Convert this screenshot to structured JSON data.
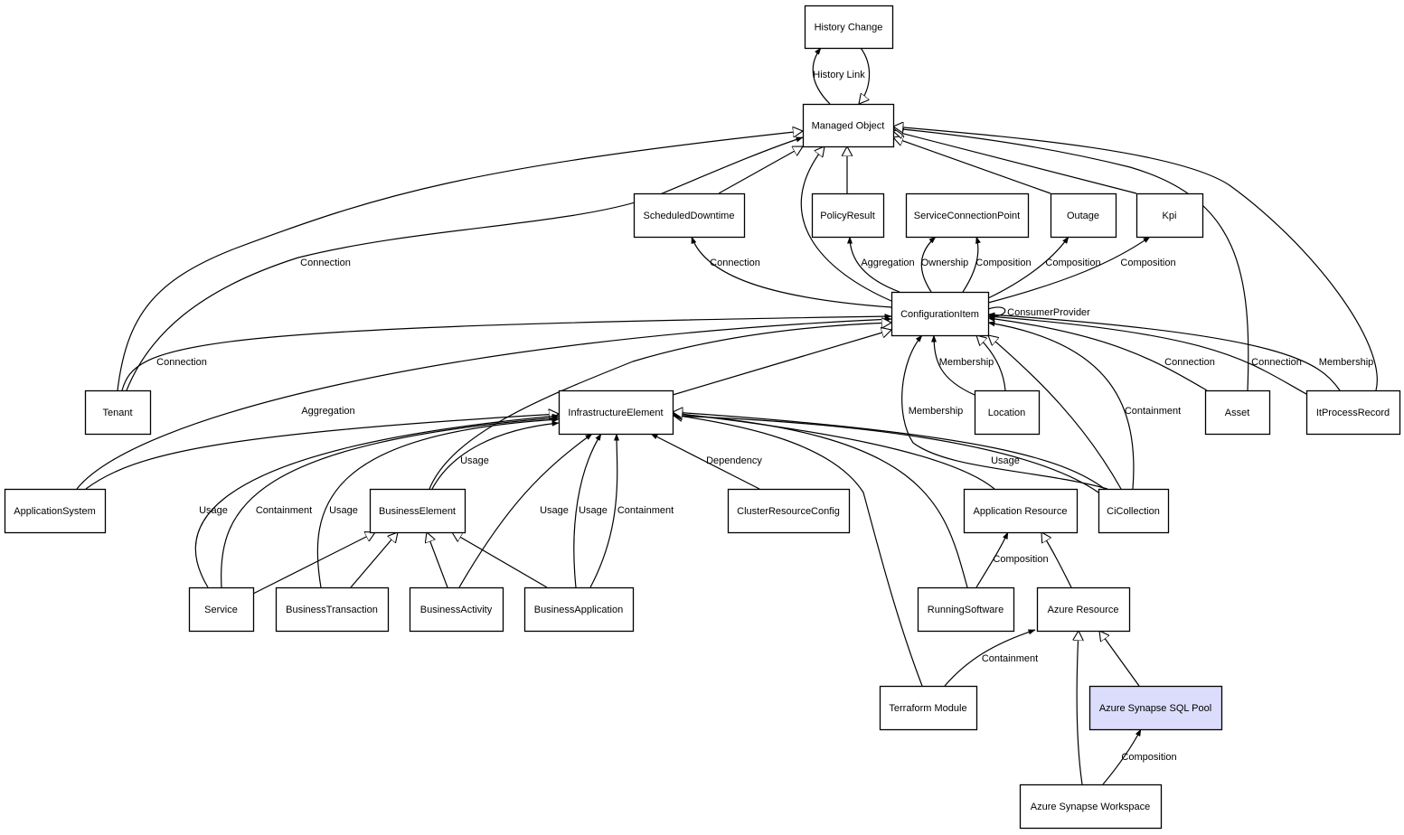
{
  "diagram": {
    "highlight_color": "#dcdcfc",
    "nodes": [
      {
        "id": "HistoryChange",
        "label": "History Change"
      },
      {
        "id": "ManagedObject",
        "label": "Managed Object"
      },
      {
        "id": "ScheduledDowntime",
        "label": "ScheduledDowntime"
      },
      {
        "id": "PolicyResult",
        "label": "PolicyResult"
      },
      {
        "id": "ServiceConnectionPoint",
        "label": "ServiceConnectionPoint"
      },
      {
        "id": "Outage",
        "label": "Outage"
      },
      {
        "id": "Kpi",
        "label": "Kpi"
      },
      {
        "id": "ConfigurationItem",
        "label": "ConfigurationItem"
      },
      {
        "id": "Tenant",
        "label": "Tenant"
      },
      {
        "id": "InfrastructureElement",
        "label": "InfrastructureElement"
      },
      {
        "id": "Location",
        "label": "Location"
      },
      {
        "id": "Asset",
        "label": "Asset"
      },
      {
        "id": "ItProcessRecord",
        "label": "ItProcessRecord"
      },
      {
        "id": "ApplicationSystem",
        "label": "ApplicationSystem"
      },
      {
        "id": "BusinessElement",
        "label": "BusinessElement"
      },
      {
        "id": "ClusterResourceConfig",
        "label": "ClusterResourceConfig"
      },
      {
        "id": "ApplicationResource",
        "label": "Application Resource"
      },
      {
        "id": "CiCollection",
        "label": "CiCollection"
      },
      {
        "id": "Service",
        "label": "Service"
      },
      {
        "id": "BusinessTransaction",
        "label": "BusinessTransaction"
      },
      {
        "id": "BusinessActivity",
        "label": "BusinessActivity"
      },
      {
        "id": "BusinessApplication",
        "label": "BusinessApplication"
      },
      {
        "id": "RunningSoftware",
        "label": "RunningSoftware"
      },
      {
        "id": "AzureResource",
        "label": "Azure Resource"
      },
      {
        "id": "TerraformModule",
        "label": "Terraform Module"
      },
      {
        "id": "AzureSynapseSQLPool",
        "label": "Azure Synapse SQL Pool",
        "highlighted": true
      },
      {
        "id": "AzureSynapseWorkspace",
        "label": "Azure Synapse Workspace"
      }
    ],
    "edges": [
      {
        "from": "ManagedObject",
        "to": "HistoryChange",
        "label": "History Link",
        "kind": "association"
      },
      {
        "from": "HistoryChange",
        "to": "ManagedObject",
        "label": "",
        "kind": "inheritance"
      },
      {
        "from": "Tenant",
        "to": "ManagedObject",
        "label": "",
        "kind": "inheritance"
      },
      {
        "from": "Tenant",
        "to": "ManagedObject",
        "label": "Connection",
        "kind": "association"
      },
      {
        "from": "ScheduledDowntime",
        "to": "ManagedObject",
        "label": "",
        "kind": "inheritance"
      },
      {
        "from": "ConfigurationItem",
        "to": "ManagedObject",
        "label": "",
        "kind": "inheritance"
      },
      {
        "from": "PolicyResult",
        "to": "ManagedObject",
        "label": "",
        "kind": "inheritance"
      },
      {
        "from": "Outage",
        "to": "ManagedObject",
        "label": "",
        "kind": "inheritance"
      },
      {
        "from": "Kpi",
        "to": "ManagedObject",
        "label": "",
        "kind": "inheritance"
      },
      {
        "from": "Asset",
        "to": "ManagedObject",
        "label": "",
        "kind": "inheritance"
      },
      {
        "from": "ItProcessRecord",
        "to": "ManagedObject",
        "label": "",
        "kind": "inheritance"
      },
      {
        "from": "ConfigurationItem",
        "to": "ScheduledDowntime",
        "label": "Connection",
        "kind": "association"
      },
      {
        "from": "ConfigurationItem",
        "to": "PolicyResult",
        "label": "Aggregation",
        "kind": "association"
      },
      {
        "from": "ConfigurationItem",
        "to": "ServiceConnectionPoint",
        "label": "Ownership",
        "kind": "association"
      },
      {
        "from": "ConfigurationItem",
        "to": "ServiceConnectionPoint",
        "label": "Composition",
        "kind": "association"
      },
      {
        "from": "ConfigurationItem",
        "to": "Outage",
        "label": "Composition",
        "kind": "association"
      },
      {
        "from": "ConfigurationItem",
        "to": "Kpi",
        "label": "Composition",
        "kind": "association"
      },
      {
        "from": "ConfigurationItem",
        "to": "ConfigurationItem",
        "label": "ConsumerProvider",
        "kind": "association"
      },
      {
        "from": "Tenant",
        "to": "ConfigurationItem",
        "label": "Connection",
        "kind": "association"
      },
      {
        "from": "ApplicationSystem",
        "to": "ConfigurationItem",
        "label": "Aggregation",
        "kind": "association"
      },
      {
        "from": "InfrastructureElement",
        "to": "ConfigurationItem",
        "label": "",
        "kind": "inheritance"
      },
      {
        "from": "BusinessElement",
        "to": "ConfigurationItem",
        "label": "",
        "kind": "inheritance"
      },
      {
        "from": "Location",
        "to": "ConfigurationItem",
        "label": "Membership",
        "kind": "association"
      },
      {
        "from": "Location",
        "to": "ConfigurationItem",
        "label": "",
        "kind": "inheritance"
      },
      {
        "from": "CiCollection",
        "to": "ConfigurationItem",
        "label": "Membership",
        "kind": "association"
      },
      {
        "from": "CiCollection",
        "to": "ConfigurationItem",
        "label": "",
        "kind": "inheritance"
      },
      {
        "from": "CiCollection",
        "to": "ConfigurationItem",
        "label": "Containment",
        "kind": "association"
      },
      {
        "from": "Asset",
        "to": "ConfigurationItem",
        "label": "Connection",
        "kind": "association"
      },
      {
        "from": "ItProcessRecord",
        "to": "ConfigurationItem",
        "label": "Connection",
        "kind": "association"
      },
      {
        "from": "ItProcessRecord",
        "to": "ConfigurationItem",
        "label": "Membership",
        "kind": "association"
      },
      {
        "from": "ApplicationSystem",
        "to": "InfrastructureElement",
        "label": "",
        "kind": "inheritance"
      },
      {
        "from": "Service",
        "to": "InfrastructureElement",
        "label": "Usage",
        "kind": "association"
      },
      {
        "from": "Service",
        "to": "InfrastructureElement",
        "label": "Containment",
        "kind": "association"
      },
      {
        "from": "BusinessTransaction",
        "to": "InfrastructureElement",
        "label": "Usage",
        "kind": "association"
      },
      {
        "from": "BusinessElement",
        "to": "InfrastructureElement",
        "label": "Usage",
        "kind": "association"
      },
      {
        "from": "BusinessActivity",
        "to": "InfrastructureElement",
        "label": "Usage",
        "kind": "association"
      },
      {
        "from": "BusinessApplication",
        "to": "InfrastructureElement",
        "label": "Usage",
        "kind": "association"
      },
      {
        "from": "BusinessApplication",
        "to": "InfrastructureElement",
        "label": "Containment",
        "kind": "association"
      },
      {
        "from": "ClusterResourceConfig",
        "to": "InfrastructureElement",
        "label": "Dependency",
        "kind": "association"
      },
      {
        "from": "TerraformModule",
        "to": "InfrastructureElement",
        "label": "",
        "kind": "inheritance"
      },
      {
        "from": "RunningSoftware",
        "to": "InfrastructureElement",
        "label": "",
        "kind": "inheritance"
      },
      {
        "from": "ApplicationResource",
        "to": "InfrastructureElement",
        "label": "",
        "kind": "inheritance"
      },
      {
        "from": "CiCollection",
        "to": "InfrastructureElement",
        "label": "Usage",
        "kind": "association"
      },
      {
        "from": "CiCollection",
        "to": "InfrastructureElement",
        "label": "",
        "kind": "inheritance"
      },
      {
        "from": "Service",
        "to": "BusinessElement",
        "label": "",
        "kind": "inheritance"
      },
      {
        "from": "BusinessTransaction",
        "to": "BusinessElement",
        "label": "",
        "kind": "inheritance"
      },
      {
        "from": "BusinessActivity",
        "to": "BusinessElement",
        "label": "",
        "kind": "inheritance"
      },
      {
        "from": "BusinessApplication",
        "to": "BusinessElement",
        "label": "",
        "kind": "inheritance"
      },
      {
        "from": "RunningSoftware",
        "to": "ApplicationResource",
        "label": "Composition",
        "kind": "association"
      },
      {
        "from": "AzureResource",
        "to": "ApplicationResource",
        "label": "",
        "kind": "inheritance"
      },
      {
        "from": "TerraformModule",
        "to": "AzureResource",
        "label": "Containment",
        "kind": "association"
      },
      {
        "from": "AzureSynapseSQLPool",
        "to": "AzureResource",
        "label": "",
        "kind": "inheritance"
      },
      {
        "from": "AzureSynapseWorkspace",
        "to": "AzureResource",
        "label": "",
        "kind": "inheritance"
      },
      {
        "from": "AzureSynapseWorkspace",
        "to": "AzureSynapseSQLPool",
        "label": "Composition",
        "kind": "association"
      }
    ]
  }
}
